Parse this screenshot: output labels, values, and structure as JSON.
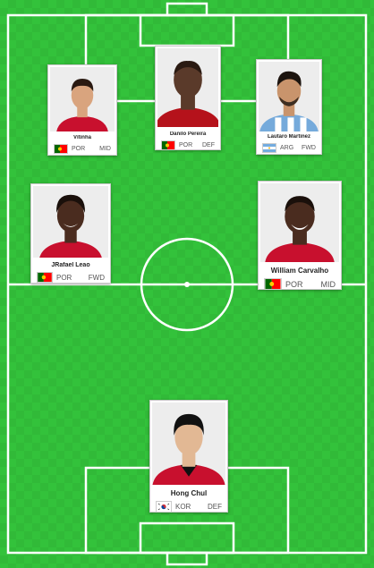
{
  "pitch": {
    "grass_color": "#33c23b",
    "line_color": "#ffffff"
  },
  "players": [
    {
      "id": "vitinha",
      "name": "Vitinha",
      "country": "POR",
      "flag": "portugal-flag",
      "position": "MID",
      "jersey_color": "#c8102e",
      "skin_color": "#d9a47e",
      "hair_color": "#2a1a12"
    },
    {
      "id": "danilo",
      "name": "Danilo Pereira",
      "country": "POR",
      "flag": "portugal-flag",
      "position": "DEF",
      "jersey_color": "#b5121b",
      "skin_color": "#5a3a2a",
      "hair_color": "#2a1a12"
    },
    {
      "id": "lautaro",
      "name": "Lautaro Martinez",
      "country": "ARG",
      "flag": "argentina-flag",
      "position": "FWD",
      "jersey_color": "#75aadb",
      "skin_color": "#c9946c",
      "hair_color": "#1c140f"
    },
    {
      "id": "leao",
      "name": "JRafael Leao",
      "country": "POR",
      "flag": "portugal-flag",
      "position": "FWD",
      "jersey_color": "#c8102e",
      "skin_color": "#4a2c1f",
      "hair_color": "#1a100b"
    },
    {
      "id": "carvalho",
      "name": "William Carvalho",
      "country": "POR",
      "flag": "portugal-flag",
      "position": "MID",
      "jersey_color": "#c8102e",
      "skin_color": "#4a2c1f",
      "hair_color": "#1a100b"
    },
    {
      "id": "hong",
      "name": "Hong Chul",
      "country": "KOR",
      "flag": "korea-flag",
      "position": "DEF",
      "jersey_color": "#c8102e",
      "skin_color": "#e2b894",
      "hair_color": "#111111"
    }
  ]
}
